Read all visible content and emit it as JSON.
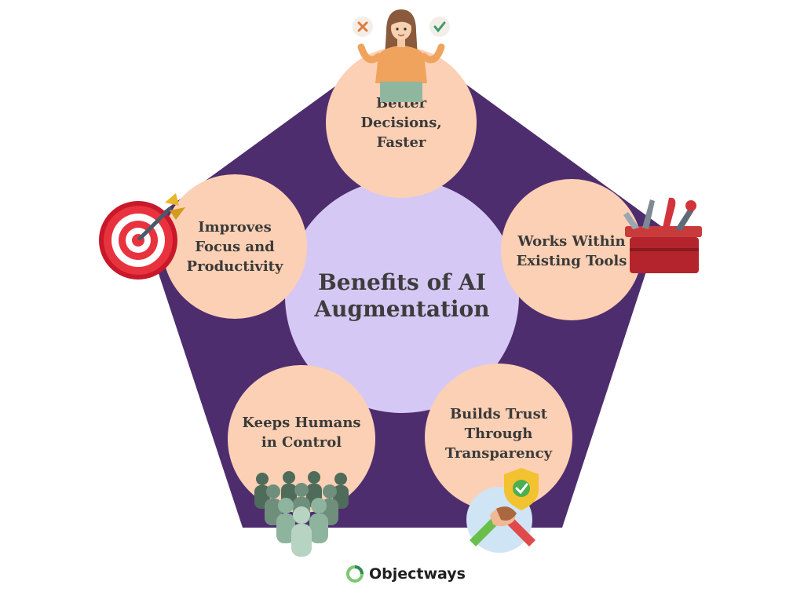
{
  "diagram": {
    "center": {
      "title": "Benefits of AI\nAugmentation"
    },
    "nodes": [
      {
        "label": "Better\nDecisions,\nFaster",
        "icon": "person-choice-icon"
      },
      {
        "label": "Works Within\nExisting Tools",
        "icon": "toolbox-icon"
      },
      {
        "label": "Builds Trust\nThrough\nTransparency",
        "icon": "handshake-shield-icon"
      },
      {
        "label": "Keeps Humans\nin Control",
        "icon": "people-group-icon"
      },
      {
        "label": "Improves\nFocus and\nProductivity",
        "icon": "target-dart-icon"
      }
    ]
  },
  "brand": {
    "name": "Objectways",
    "logo": "objectways-logo-icon"
  },
  "colors": {
    "pentagon": "#4e2d6e",
    "node_fill": "#fcd0b4",
    "center_fill": "#d6c8f4",
    "text": "#3a3a3a"
  }
}
